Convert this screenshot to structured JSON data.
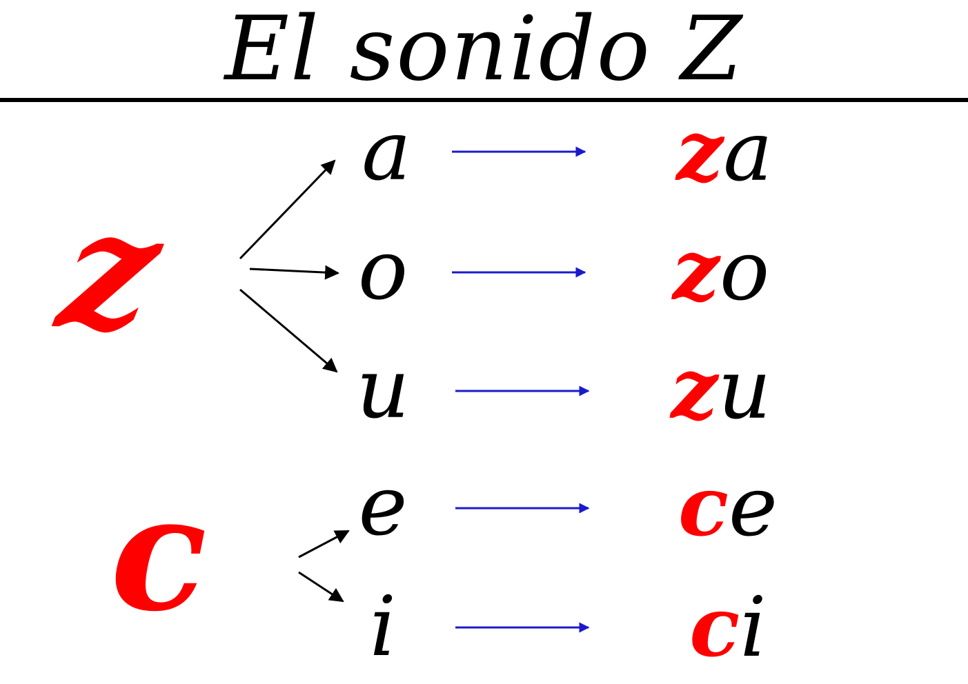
{
  "title": "El sonido Z",
  "letters": {
    "z": "z",
    "c": "c"
  },
  "rows": [
    {
      "vowel": "a",
      "consonant": "z",
      "syllable_vowel": "a"
    },
    {
      "vowel": "o",
      "consonant": "z",
      "syllable_vowel": "o"
    },
    {
      "vowel": "u",
      "consonant": "z",
      "syllable_vowel": "u"
    },
    {
      "vowel": "e",
      "consonant": "c",
      "syllable_vowel": "e"
    },
    {
      "vowel": "i",
      "consonant": "c",
      "syllable_vowel": "i"
    }
  ],
  "colors": {
    "text": "#000000",
    "consonant": "#ff0000",
    "row_arrow": "#1a1acc",
    "branch_arrow": "#000000"
  },
  "icons": {
    "branch_arrow": "arrow-icon",
    "row_arrow": "arrow-right-icon"
  }
}
